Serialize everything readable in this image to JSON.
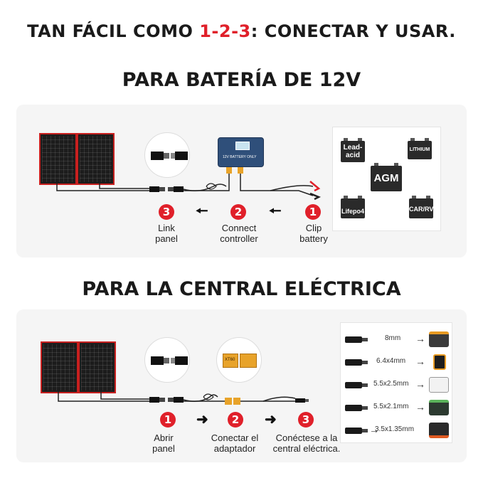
{
  "headline": {
    "prefix": "TAN FÁCIL COMO ",
    "highlight": "1-2-3",
    "suffix": ": CONECTAR Y USAR."
  },
  "section1": {
    "title": "PARA BATERÍA DE 12V",
    "steps": [
      {
        "number": "3",
        "label_line1": "Link",
        "label_line2": "panel"
      },
      {
        "number": "2",
        "label_line1": "Connect",
        "label_line2": "controller"
      },
      {
        "number": "1",
        "label_line1": "Clip",
        "label_line2": "battery"
      }
    ],
    "batteries": [
      "Lead-acid",
      "LITHIUM",
      "AGM",
      "Lifepo4",
      "CAR/RV"
    ],
    "controller_label": "12V BATTERY ONLY"
  },
  "section2": {
    "title": "PARA LA CENTRAL ELÉCTRICA",
    "steps": [
      {
        "number": "1",
        "label_line1": "Abrir",
        "label_line2": "panel"
      },
      {
        "number": "2",
        "label_line1": "Conectar el",
        "label_line2": "adaptador"
      },
      {
        "number": "3",
        "label_line1": "Conéctese a la",
        "label_line2": "central eléctrica."
      }
    ],
    "connectors": [
      "8mm",
      "6.4x4mm",
      "5.5x2.5mm",
      "5.5x2.1mm",
      "3.5x1.35mm"
    ],
    "xt60_label": "XT60"
  },
  "colors": {
    "accent_red": "#e0202a",
    "panel_bg": "#f5f5f5",
    "panel_frame": "#c8201f"
  }
}
